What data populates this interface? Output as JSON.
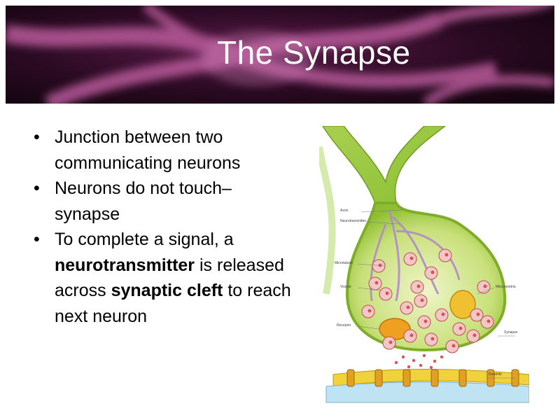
{
  "slide": {
    "title": "The Synapse",
    "bullets": [
      {
        "pre": "Junction between two communicating neurons",
        "b1": "",
        "mid": "",
        "b2": "",
        "post": ""
      },
      {
        "pre": "Neurons do not touch– synapse",
        "b1": "",
        "mid": "",
        "b2": "",
        "post": ""
      },
      {
        "pre": "To complete a signal, a ",
        "b1": "neurotransmitter",
        "mid": " is released across ",
        "b2": "synaptic cleft",
        "post": " to reach next neuron"
      }
    ],
    "bullet_char": "•"
  },
  "figure": {
    "labels": [
      "Axon",
      "Neurotransmitter",
      "Microtubule",
      "Vesicle",
      "Mitochondria",
      "Receptor",
      "Synapse",
      "Dendrite"
    ]
  },
  "colors": {
    "banner": "#3a1030",
    "title": "#ffffff",
    "terminal": "#9cc83a",
    "vesicle": "#d9534f"
  }
}
